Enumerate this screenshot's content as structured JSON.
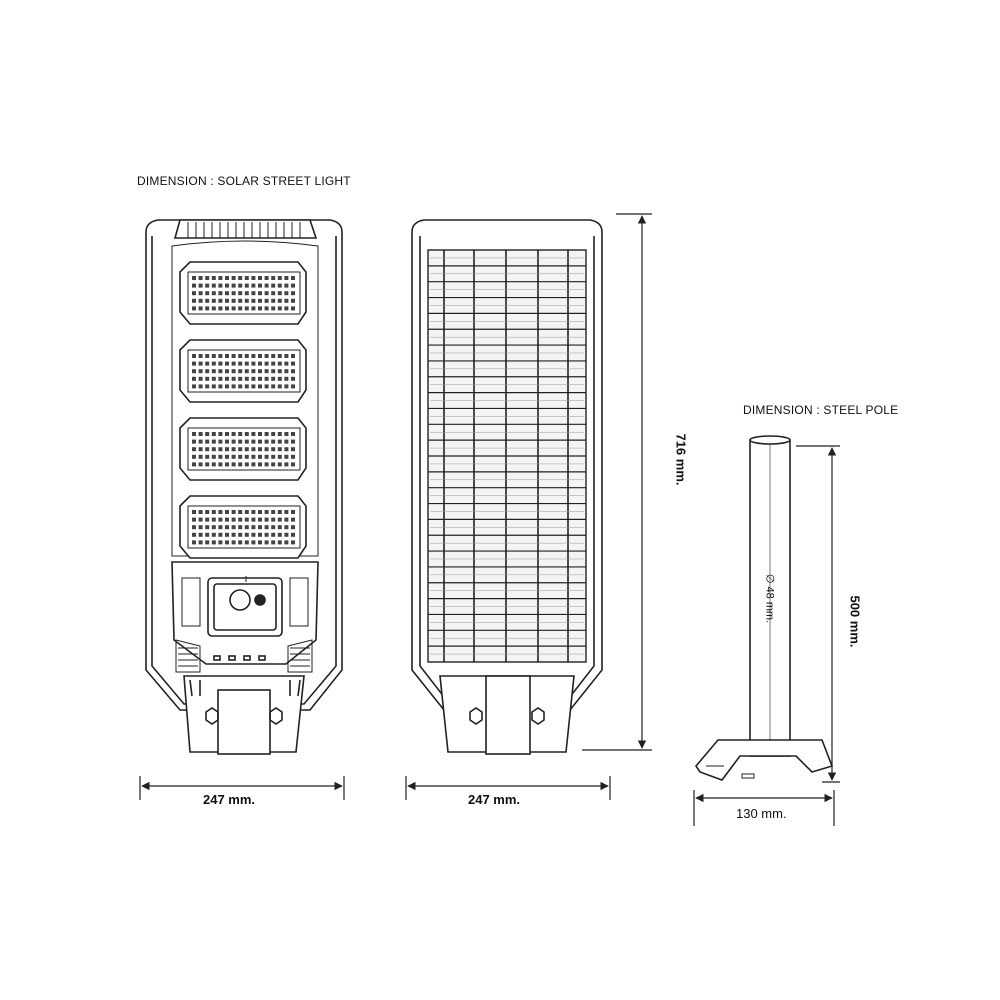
{
  "headings": {
    "light": "DIMENSION : SOLAR STREET LIGHT",
    "pole": "DIMENSION : STEEL POLE"
  },
  "dimensions": {
    "front_width": "247 mm.",
    "back_width": "247 mm.",
    "height": "716 mm.",
    "pole_height": "500 mm.",
    "pole_diameter": "∅ 48 mm.",
    "base_width": "130 mm."
  },
  "colors": {
    "line": "#222222",
    "panel_fill": "#f4f4f4"
  }
}
